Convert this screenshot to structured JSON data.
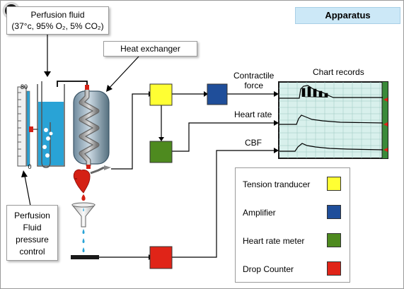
{
  "title": "Apparatus",
  "close_symbol": "×",
  "callouts": {
    "perfusion_fluid_line1": "Perfusion fluid",
    "perfusion_fluid_line2": "(37°c, 95% O₂, 5% CO₂)",
    "heat_exchanger": "Heat exchanger",
    "pressure_control": [
      "Perfusion",
      "Fluid",
      "pressure",
      "control"
    ]
  },
  "gauge_labels": {
    "top": "80",
    "bottom": "0"
  },
  "signals": {
    "contractile_line1": "Contractile",
    "contractile_line2": "force",
    "heart_rate": "Heart rate",
    "cbf": "CBF",
    "chart_records": "Chart records"
  },
  "legend": [
    {
      "label": "Tension tranducer",
      "color": "#ffff33"
    },
    {
      "label": "Amplifier",
      "color": "#1f4e9a"
    },
    {
      "label": "Heart rate meter",
      "color": "#4e8a1f"
    },
    {
      "label": "Drop Counter",
      "color": "#e02418"
    }
  ],
  "colors": {
    "tension_transducer": "#ffff33",
    "amplifier": "#1f4e9a",
    "heart_rate_meter": "#4e8a1f",
    "drop_counter": "#e02418",
    "perfusion_fluid": "#29a3d6",
    "chart_paper": "#d8f0ec",
    "chart_end_strip": "#3a8a3a",
    "heart": "#d42014",
    "title_bg": "#cce8f7"
  }
}
